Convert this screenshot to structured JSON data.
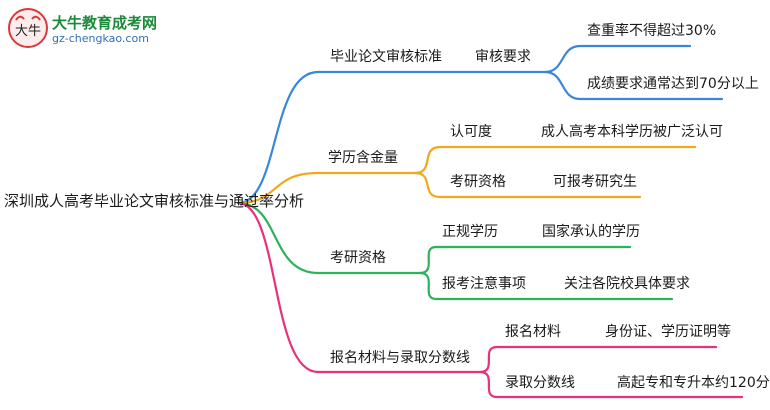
{
  "logo": {
    "title": "大牛教育成考网",
    "url": "gz-chengkao.com",
    "mark_text": "大牛"
  },
  "root": "深圳成人高考毕业论文审核标准与通过率分析",
  "branches": [
    {
      "label": "毕业论文审核标准",
      "color": "#3a86d9",
      "children": [
        {
          "label": "审核要求",
          "leaves": [
            "查重率不得超过30%",
            "成绩要求通常达到70分以上"
          ]
        }
      ]
    },
    {
      "label": "学历含金量",
      "color": "#f2a81d",
      "children": [
        {
          "label": "认可度",
          "leaves": [
            "成人高考本科学历被广泛认可"
          ]
        },
        {
          "label": "考研资格",
          "leaves": [
            "可报考研究生"
          ]
        }
      ]
    },
    {
      "label": "考研资格",
      "color": "#2bb35a",
      "children": [
        {
          "label": "正规学历",
          "leaves": [
            "国家承认的学历"
          ]
        },
        {
          "label": "报考注意事项",
          "leaves": [
            "关注各院校具体要求"
          ]
        }
      ]
    },
    {
      "label": "报名材料与录取分数线",
      "color": "#e8317a",
      "children": [
        {
          "label": "报名材料",
          "leaves": [
            "身份证、学历证明等"
          ]
        },
        {
          "label": "录取分数线",
          "leaves": [
            "高起专和专升本约120分"
          ]
        }
      ]
    }
  ]
}
